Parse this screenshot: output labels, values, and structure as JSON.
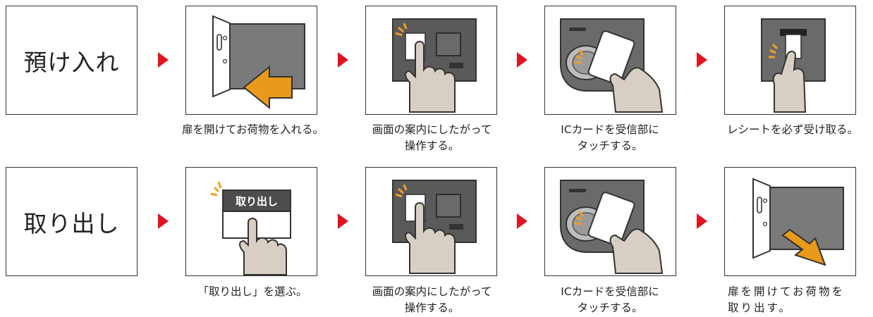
{
  "rows": [
    {
      "label": "預け入れ",
      "steps": [
        {
          "icon": "locker-door-insert-icon",
          "caption": "扉を開けてお荷物を入れる。"
        },
        {
          "icon": "touch-screen-panel-icon",
          "caption": "画面の案内にしたがって\n操作する。"
        },
        {
          "icon": "ic-card-reader-icon",
          "caption": "ICカードを受信部に\nタッチする。"
        },
        {
          "icon": "receipt-printer-icon",
          "caption": "レシートを必ず受け取る。"
        }
      ]
    },
    {
      "label": "取り出し",
      "steps": [
        {
          "icon": "take-out-button-icon",
          "button_text": "取り出し",
          "caption": "「取り出し」を選ぶ。"
        },
        {
          "icon": "touch-screen-panel-icon",
          "caption": "画面の案内にしたがって\n操作する。"
        },
        {
          "icon": "ic-card-reader-icon",
          "caption": "ICカードを受信部に\nタッチする。"
        },
        {
          "icon": "locker-door-remove-icon",
          "caption": "扉を開けてお荷物を\n取り出す。"
        }
      ]
    }
  ],
  "colors": {
    "arrow": "#e01420",
    "accent_orange": "#f0a020",
    "panel_gray": "#5a5a5a",
    "hand_skin": "#d8cfc4"
  }
}
